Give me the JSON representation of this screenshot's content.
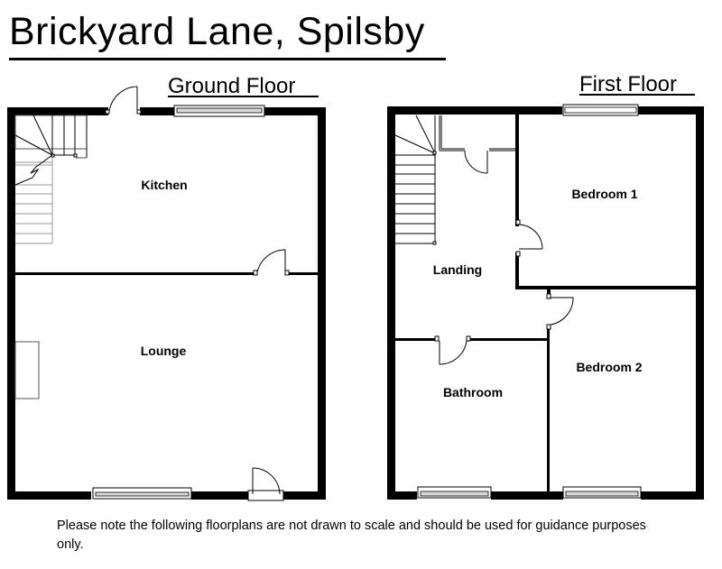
{
  "header": {
    "title": "Brickyard Lane, Spilsby"
  },
  "floors": [
    {
      "label": "Ground Floor",
      "rooms": [
        {
          "name": "Kitchen"
        },
        {
          "name": "Lounge"
        }
      ]
    },
    {
      "label": "First Floor",
      "rooms": [
        {
          "name": "Bedroom 1"
        },
        {
          "name": "Landing"
        },
        {
          "name": "Bedroom 2"
        },
        {
          "name": "Bathroom"
        }
      ]
    }
  ],
  "footer": {
    "note": "Please note the following floorplans are not drawn to scale and should be used for guidance purposes only."
  },
  "colors": {
    "wall": "#000000",
    "window_fill": "#d9d9d9",
    "background": "#ffffff"
  }
}
